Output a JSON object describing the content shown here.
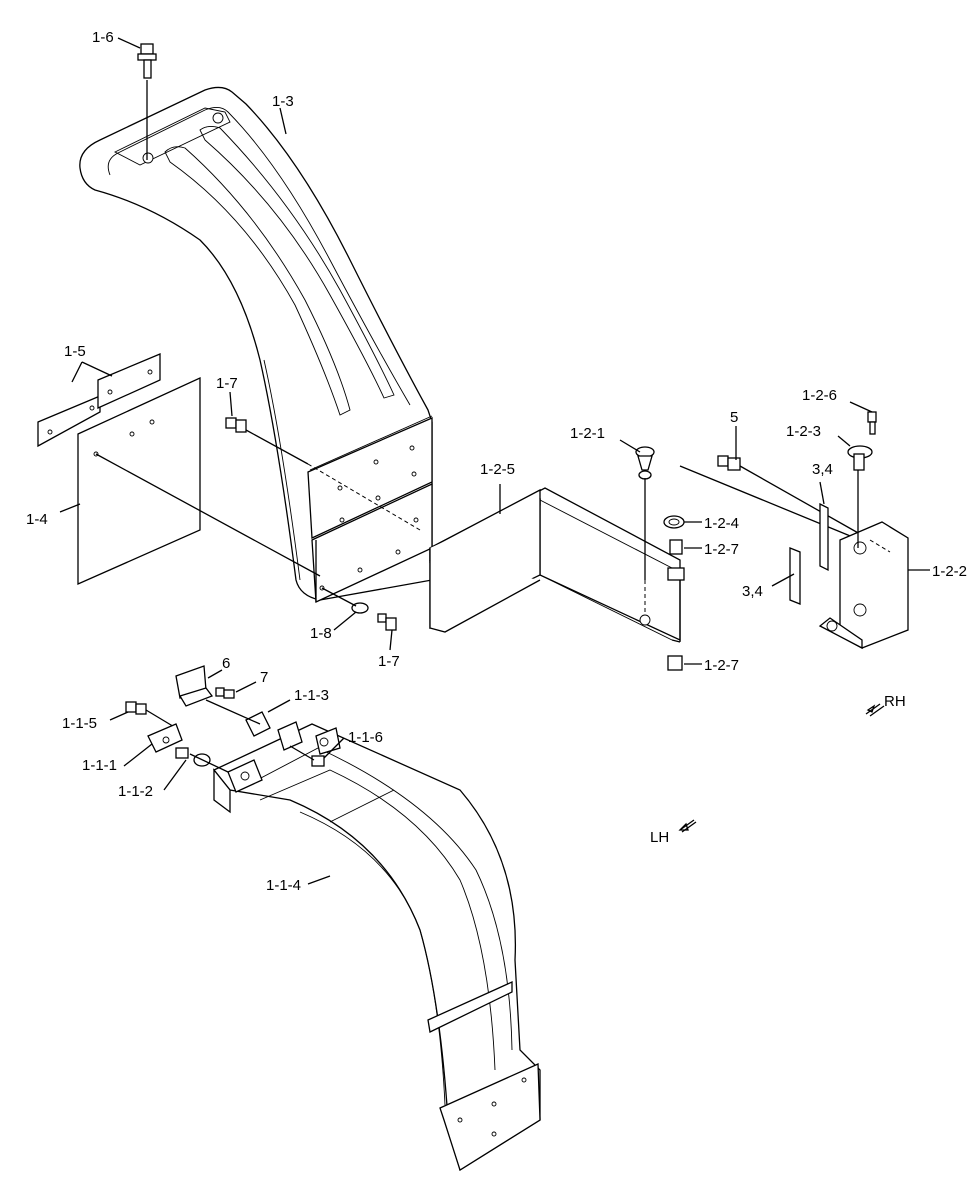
{
  "labels": {
    "l_1_6": "1-6",
    "l_1_3": "1-3",
    "l_1_5": "1-5",
    "l_1_7a": "1-7",
    "l_1_4": "1-4",
    "l_1_8": "1-8",
    "l_1_7b": "1-7",
    "l_1_2_1": "1-2-1",
    "l_1_2_5": "1-2-5",
    "l_5": "5",
    "l_1_2_6": "1-2-6",
    "l_1_2_3": "1-2-3",
    "l_3_4a": "3,4",
    "l_3_4b": "3,4",
    "l_1_2_4": "1-2-4",
    "l_1_2_7a": "1-2-7",
    "l_1_2_7b": "1-2-7",
    "l_1_2_2": "1-2-2",
    "l_6": "6",
    "l_7": "7",
    "l_1_1_3": "1-1-3",
    "l_1_1_5": "1-1-5",
    "l_1_1_6": "1-1-6",
    "l_1_1_1": "1-1-1",
    "l_1_1_2": "1-1-2",
    "l_1_1_4": "1-1-4",
    "l_rh": "RH",
    "l_lh": "LH"
  }
}
